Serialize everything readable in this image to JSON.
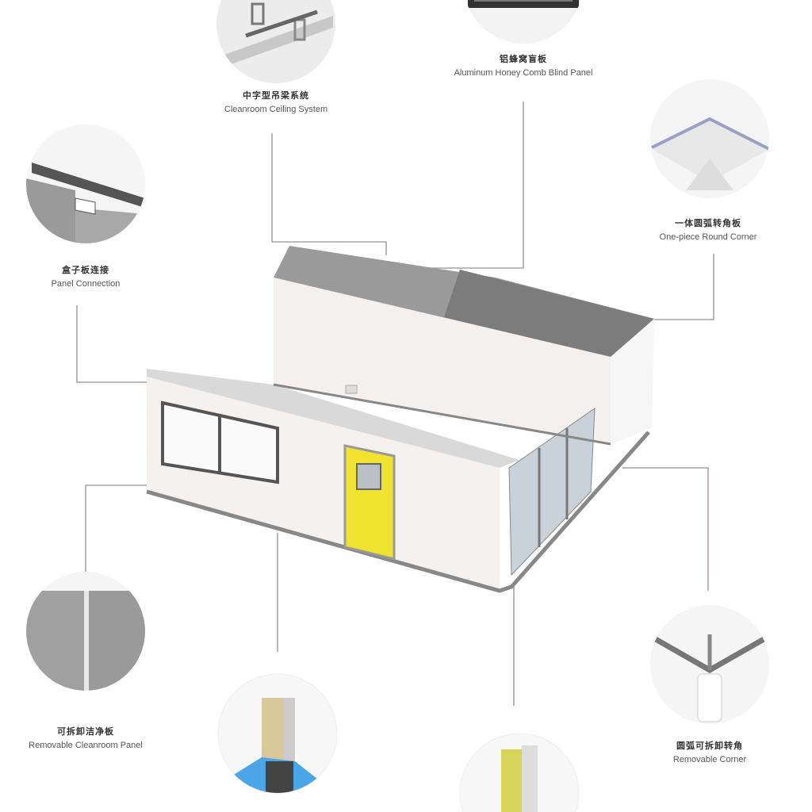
{
  "callouts": [
    {
      "id": "ceiling",
      "cn": "中字型吊梁系统",
      "en": "Cleanroom Ceiling System"
    },
    {
      "id": "honeycomb",
      "cn": "铝蜂窝盲板",
      "en": "Aluminum Honey Comb Blind Panel"
    },
    {
      "id": "panel-connection",
      "cn": "盒子板连接",
      "en": "Panel Connection"
    },
    {
      "id": "round-corner",
      "cn": "一体圆弧转角板",
      "en": "One-piece Round Corner"
    },
    {
      "id": "removable-panel",
      "cn": "可拆卸洁净板",
      "en": "Removable Cleanroom Panel"
    },
    {
      "id": "removable-corner",
      "cn": "圆弧可拆卸转角",
      "en": "Removable Corner"
    }
  ],
  "colors": {
    "door": "#f0e330",
    "panel": "#f4f1ef",
    "roof": "#8c8c8c",
    "leader": "#9a8f8a"
  }
}
